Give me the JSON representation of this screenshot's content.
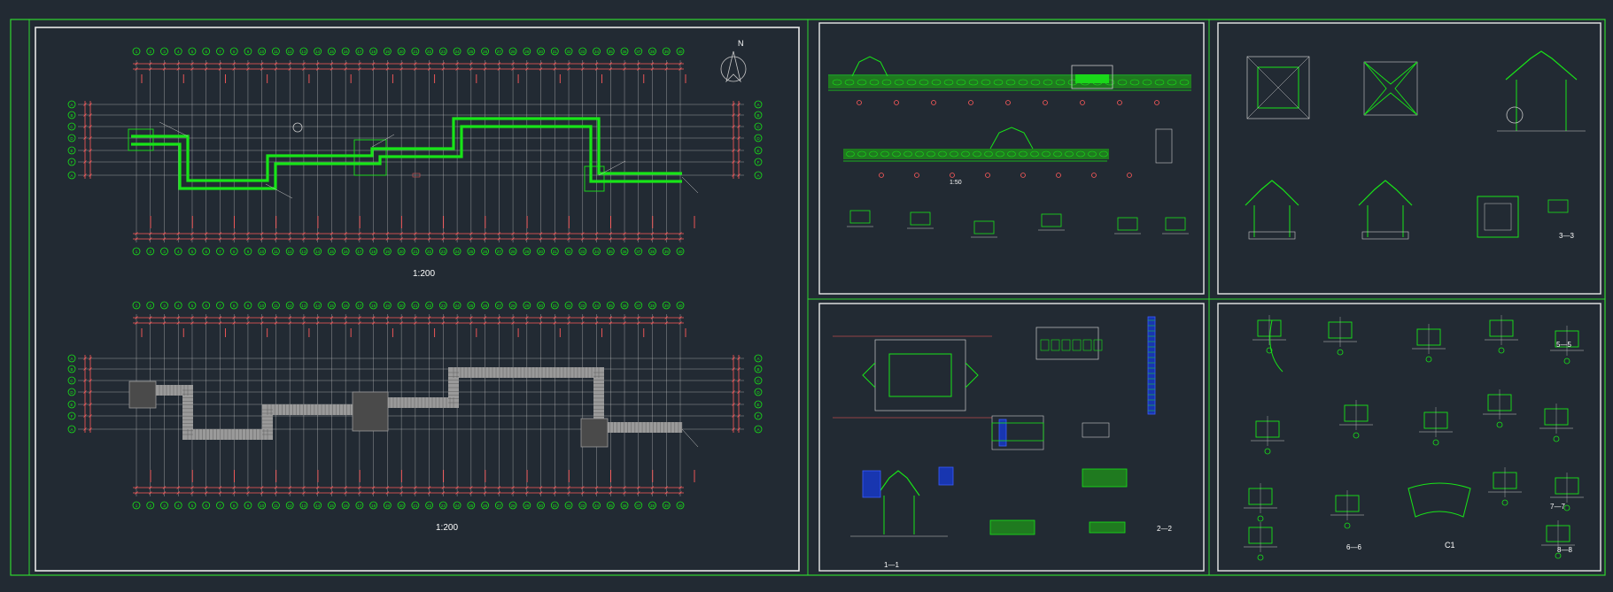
{
  "drawing": {
    "colors": {
      "background": "#222a33",
      "frame": "#2fd62f",
      "border": "#e8e8e8",
      "wall": "#18e418",
      "axis": "#ff5a5a",
      "grid": "#c8c8c8",
      "tile": "#9a9a9a",
      "blue": "#3a5cff",
      "text": "#ffffff"
    },
    "plan_upper": {
      "scale": "1:200",
      "axis_labels": [
        "1",
        "2",
        "3",
        "4",
        "5",
        "6",
        "7",
        "8",
        "9",
        "10",
        "11",
        "12",
        "13",
        "14",
        "15",
        "16",
        "17",
        "18",
        "19",
        "20",
        "21",
        "22",
        "23",
        "24",
        "25",
        "26",
        "27",
        "28",
        "29",
        "30",
        "31",
        "32",
        "33",
        "34",
        "35",
        "36",
        "37",
        "38",
        "39",
        "40"
      ],
      "row_labels": [
        "A",
        "B",
        "C",
        "D",
        "E",
        "F"
      ]
    },
    "plan_lower": {
      "scale": "1:200"
    },
    "north_arrow_label": "N",
    "section_labels": {
      "elevation": "1:50",
      "section_1_1": "1—1",
      "section_2_2": "2—2",
      "section_3_3": "3—3",
      "section_5_5": "5—5",
      "section_6_6": "6—6",
      "section_7_7": "7—7",
      "section_8_8": "8—8",
      "detail_c1": "C1"
    }
  }
}
